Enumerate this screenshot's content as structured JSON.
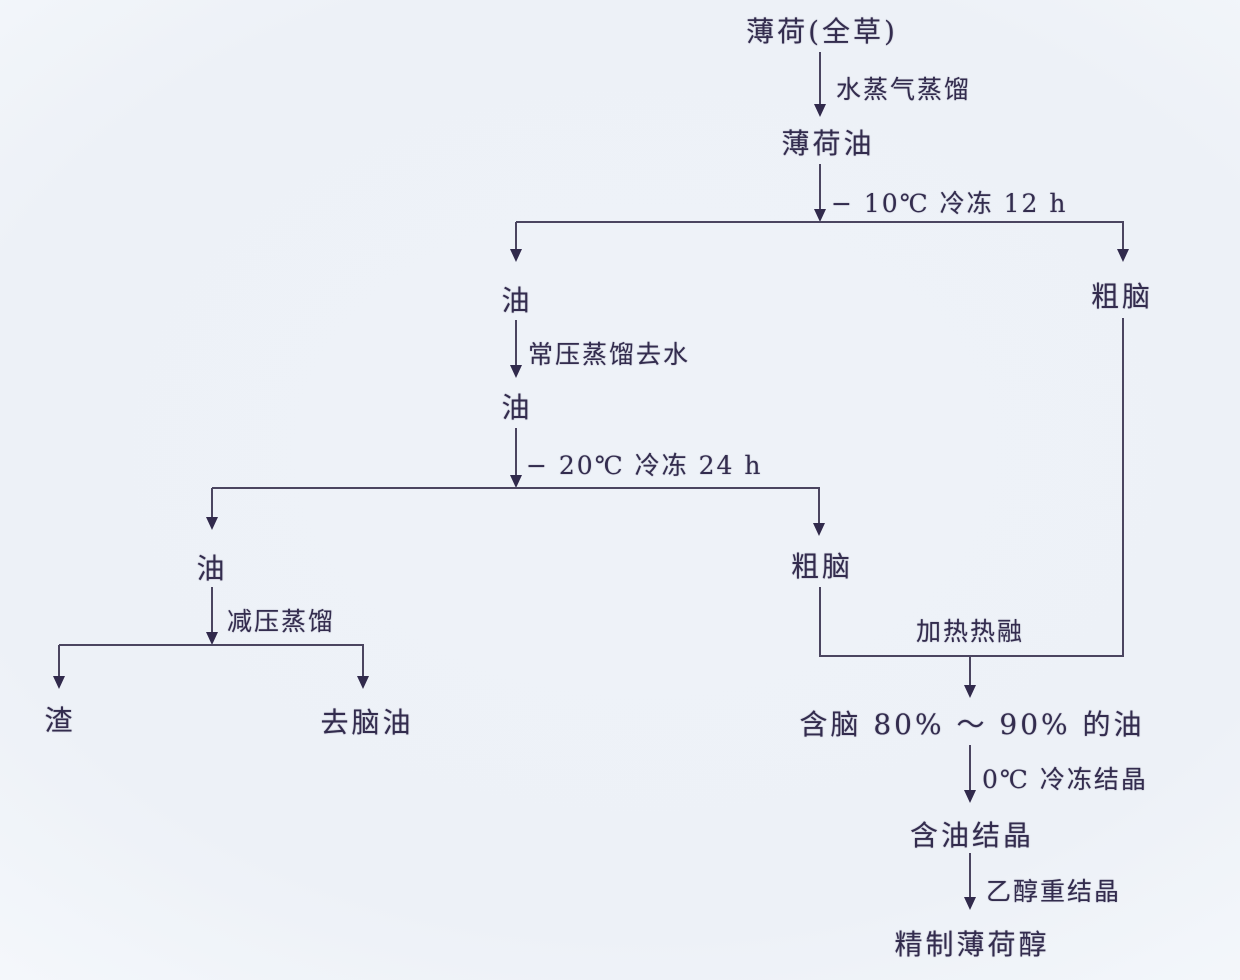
{
  "nodes": [
    {
      "id": "mint-whole-plant",
      "label": "薄荷(全草)"
    },
    {
      "id": "mint-oil",
      "label": "薄荷油"
    },
    {
      "id": "oil-after-first-freeze",
      "label": "油"
    },
    {
      "id": "oil-after-dewatering",
      "label": "油"
    },
    {
      "id": "crude-menthol-1",
      "label": "粗脑"
    },
    {
      "id": "oil-after-second-freeze",
      "label": "油"
    },
    {
      "id": "crude-menthol-2",
      "label": "粗脑"
    },
    {
      "id": "residue",
      "label": "渣"
    },
    {
      "id": "dementholized-oil",
      "label": "去脑油"
    },
    {
      "id": "menthol-80-90-oil",
      "label": "含脑 80% ～ 90% 的油"
    },
    {
      "id": "oil-bearing-crystals",
      "label": "含油结晶"
    },
    {
      "id": "refined-menthol",
      "label": "精制薄荷醇"
    }
  ],
  "process_labels": [
    {
      "id": "steam-distillation",
      "text": "水蒸气蒸馏"
    },
    {
      "id": "freeze-minus-10c-12h",
      "text": "− 10℃ 冷冻 12 h"
    },
    {
      "id": "atmospheric-distill-dewater",
      "text": "常压蒸馏去水"
    },
    {
      "id": "freeze-minus-20c-24h",
      "text": "− 20℃ 冷冻 24 h"
    },
    {
      "id": "vacuum-distillation",
      "text": "减压蒸馏"
    },
    {
      "id": "heat-melting",
      "text": "加热热融"
    },
    {
      "id": "freeze-crystallization-0c",
      "text": "0℃ 冷冻结晶"
    },
    {
      "id": "ethanol-recrystallization",
      "text": "乙醇重结晶"
    }
  ],
  "edges": [
    {
      "from": "mint-whole-plant",
      "to": [
        "mint-oil"
      ],
      "label_id": "steam-distillation"
    },
    {
      "from": "mint-oil",
      "to": [
        "oil-after-first-freeze",
        "crude-menthol-1"
      ],
      "label_id": "freeze-minus-10c-12h"
    },
    {
      "from": "oil-after-first-freeze",
      "to": [
        "oil-after-dewatering"
      ],
      "label_id": "atmospheric-distill-dewater"
    },
    {
      "from": "oil-after-dewatering",
      "to": [
        "oil-after-second-freeze",
        "crude-menthol-2"
      ],
      "label_id": "freeze-minus-20c-24h"
    },
    {
      "from": "oil-after-second-freeze",
      "to": [
        "residue",
        "dementholized-oil"
      ],
      "label_id": "vacuum-distillation"
    },
    {
      "from": "crude-menthol-1",
      "to": [
        "menthol-80-90-oil"
      ],
      "label_id": "heat-melting"
    },
    {
      "from": "crude-menthol-2",
      "to": [
        "menthol-80-90-oil"
      ],
      "label_id": "heat-melting"
    },
    {
      "from": "menthol-80-90-oil",
      "to": [
        "oil-bearing-crystals"
      ],
      "label_id": "freeze-crystallization-0c"
    },
    {
      "from": "oil-bearing-crystals",
      "to": [
        "refined-menthol"
      ],
      "label_id": "ethanol-recrystallization"
    }
  ],
  "colors": {
    "ink": "#332c4e",
    "line": "#4b4560",
    "background": "#eef2f8"
  }
}
